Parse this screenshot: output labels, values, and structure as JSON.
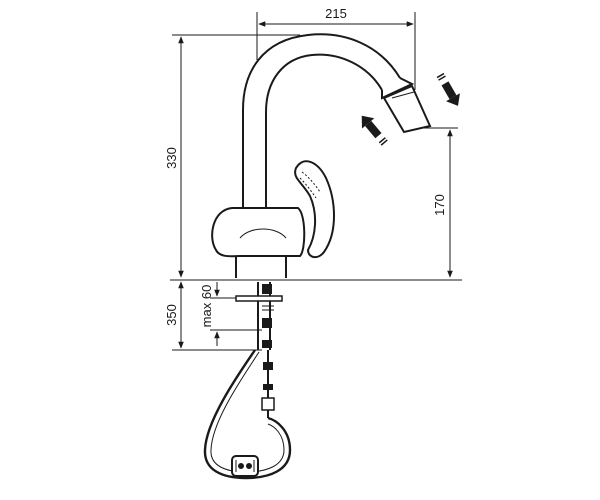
{
  "diagram": {
    "dimensions": {
      "top_width": "215",
      "total_height": "330",
      "spout_height": "170",
      "below_counter": "350",
      "max_thickness": "max 60"
    }
  }
}
